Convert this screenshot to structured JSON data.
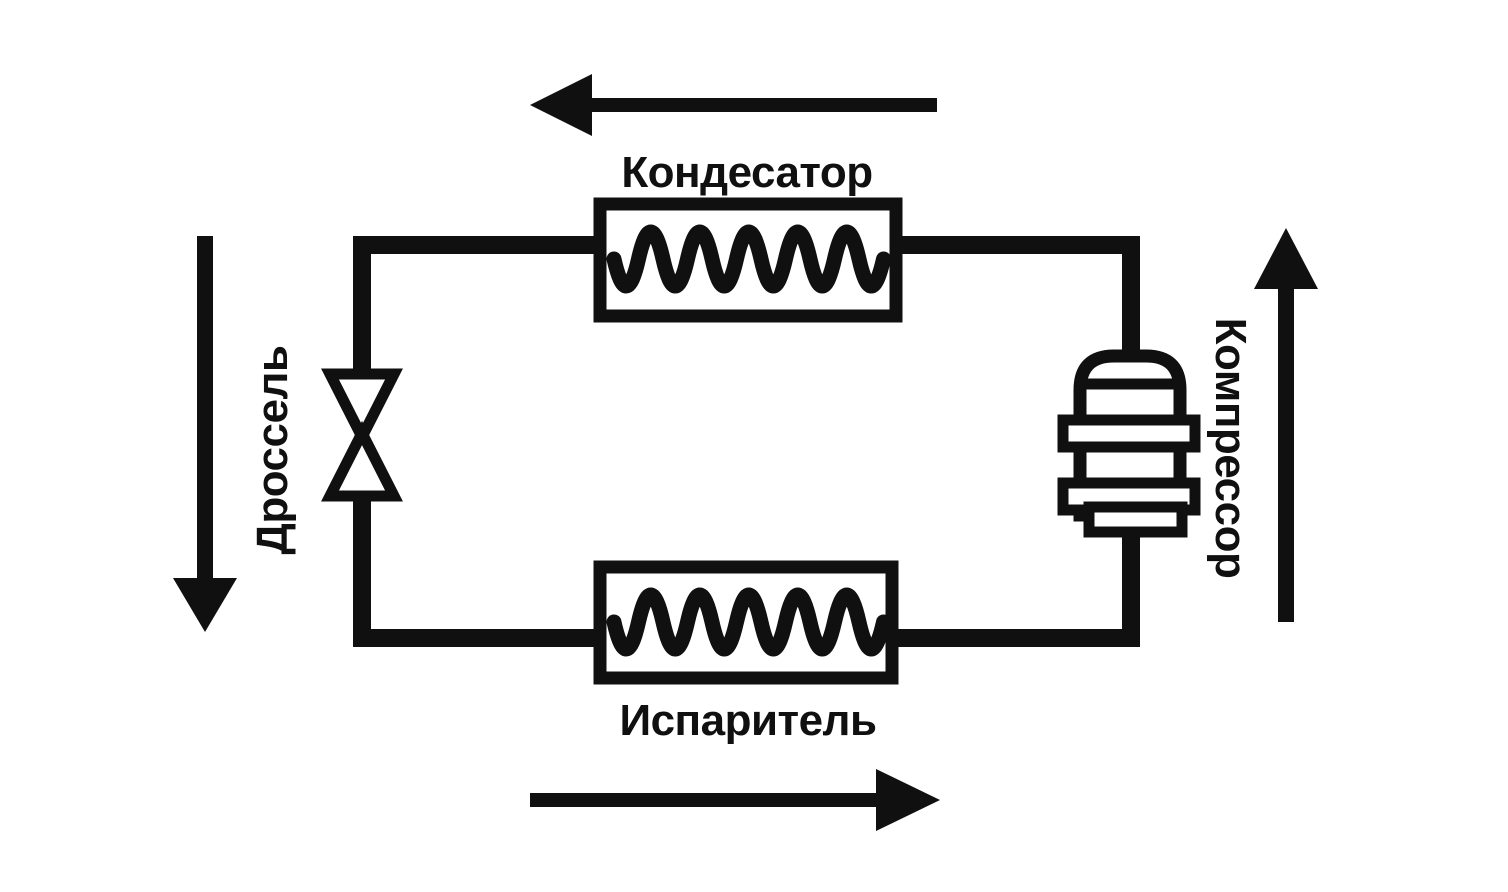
{
  "diagram": {
    "type": "refrigeration-cycle-schematic",
    "background_color": "#ffffff",
    "line_color": "#101010",
    "labels": {
      "condenser": "Кондесатор",
      "evaporator": "Испаритель",
      "throttle": "Дроссель",
      "compressor": "Компрессор"
    },
    "components": [
      {
        "name": "condenser",
        "symbol": "coil-in-box",
        "position": "top"
      },
      {
        "name": "compressor",
        "symbol": "cylinder-with-flanges",
        "position": "right"
      },
      {
        "name": "evaporator",
        "symbol": "coil-in-box",
        "position": "bottom"
      },
      {
        "name": "throttle",
        "symbol": "bowtie-valve",
        "position": "left"
      }
    ],
    "flow_arrows": [
      {
        "position": "top",
        "direction": "left"
      },
      {
        "position": "left",
        "direction": "down"
      },
      {
        "position": "bottom",
        "direction": "right"
      },
      {
        "position": "right",
        "direction": "up"
      }
    ]
  }
}
